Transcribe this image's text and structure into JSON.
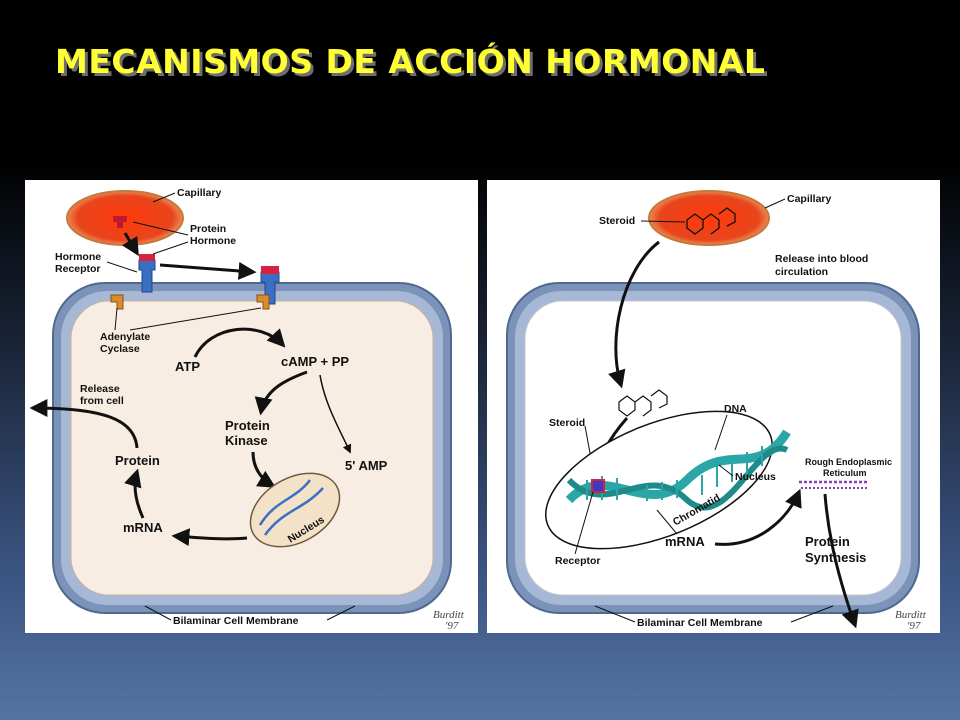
{
  "slide": {
    "title": "MECANISMOS DE ACCIÓN HORMONAL"
  },
  "left_panel": {
    "capillary": "Capillary",
    "protein_hormone_1": "Protein",
    "protein_hormone_2": "Hormone",
    "hormone_receptor_1": "Hormone",
    "hormone_receptor_2": "Receptor",
    "adenylate_1": "Adenylate",
    "adenylate_2": "Cyclase",
    "atp": "ATP",
    "camp": "cAMP + PP",
    "protein_kinase_1": "Protein",
    "protein_kinase_2": "Kinase",
    "five_amp": "5' AMP",
    "release_1": "Release",
    "release_2": "from cell",
    "protein": "Protein",
    "mrna": "mRNA",
    "nucleus": "Nucleus",
    "membrane": "Bilaminar Cell Membrane",
    "signature_1": "Burditt",
    "signature_2": "'97"
  },
  "right_panel": {
    "capillary": "Capillary",
    "steroid_top": "Steroid",
    "release_1": "Release into blood",
    "release_2": "circulation",
    "steroid": "Steroid",
    "dna": "DNA",
    "nucleus": "Nucleus",
    "chromatid": "Chromatid",
    "rer_1": "Rough Endoplasmic",
    "rer_2": "Reticulum",
    "receptor": "Receptor",
    "mrna": "mRNA",
    "synthesis_1": "Protein",
    "synthesis_2": "Synthesis",
    "membrane": "Bilaminar Cell Membrane",
    "signature_1": "Burditt",
    "signature_2": "'97"
  },
  "colors": {
    "title": "#ffff33",
    "membrane_outer": "#7b93b9",
    "membrane_inner": "#a6b8d6",
    "cytoplasm": "#f7ede2",
    "capillary_fill": "#e8451d",
    "receptor": "#3a6fc4",
    "hormone": "#d6213f",
    "adenylate": "#d98c2b",
    "dna": "#2aa6a6"
  }
}
